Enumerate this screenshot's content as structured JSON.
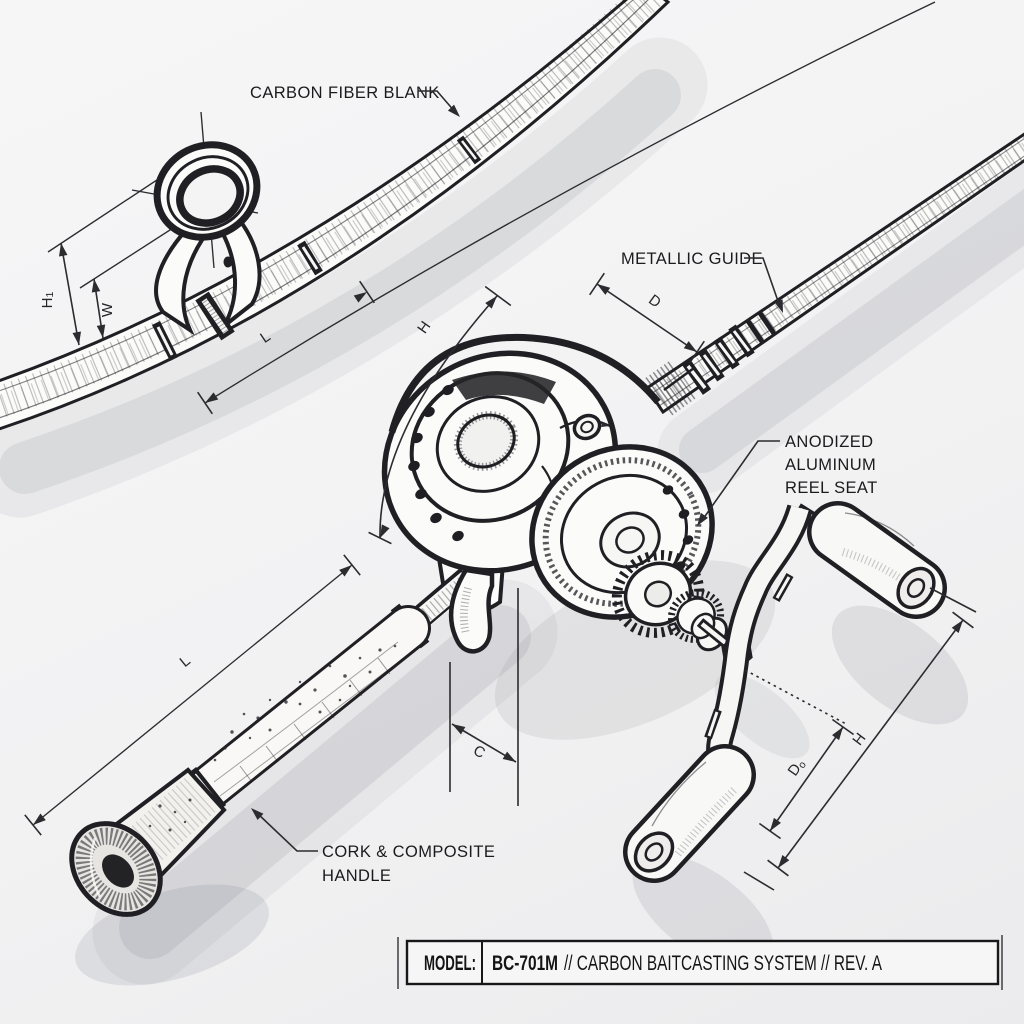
{
  "palette": {
    "background": "#f2f2f3",
    "ink": "#202024",
    "paper_fill": "#fbfbfa",
    "shadow": "rgba(120,124,134,0.15)"
  },
  "callouts": {
    "blank": "CARBON FIBER BLANK",
    "guide": "METALLIC GUIDE",
    "reel_seat": [
      "ANODIZED",
      "ALUMINUM",
      "REEL SEAT"
    ],
    "handle": [
      "CORK & COMPOSITE",
      "HANDLE"
    ]
  },
  "dimensions": {
    "guide_height": {
      "base": "H",
      "sub": "1"
    },
    "guide_width": "W",
    "rod_length": "L",
    "reel_height": "H",
    "guide_diameter": "D",
    "handle_length": "L",
    "trigger_clearance": "C",
    "knob_offset": {
      "base": "D",
      "sub": "o"
    },
    "handle_span": "H"
  },
  "title_block": {
    "model_label": "MODEL:",
    "model_value": "BC-701M",
    "description": "// CARBON BAITCASTING SYSTEM // REV. A"
  }
}
